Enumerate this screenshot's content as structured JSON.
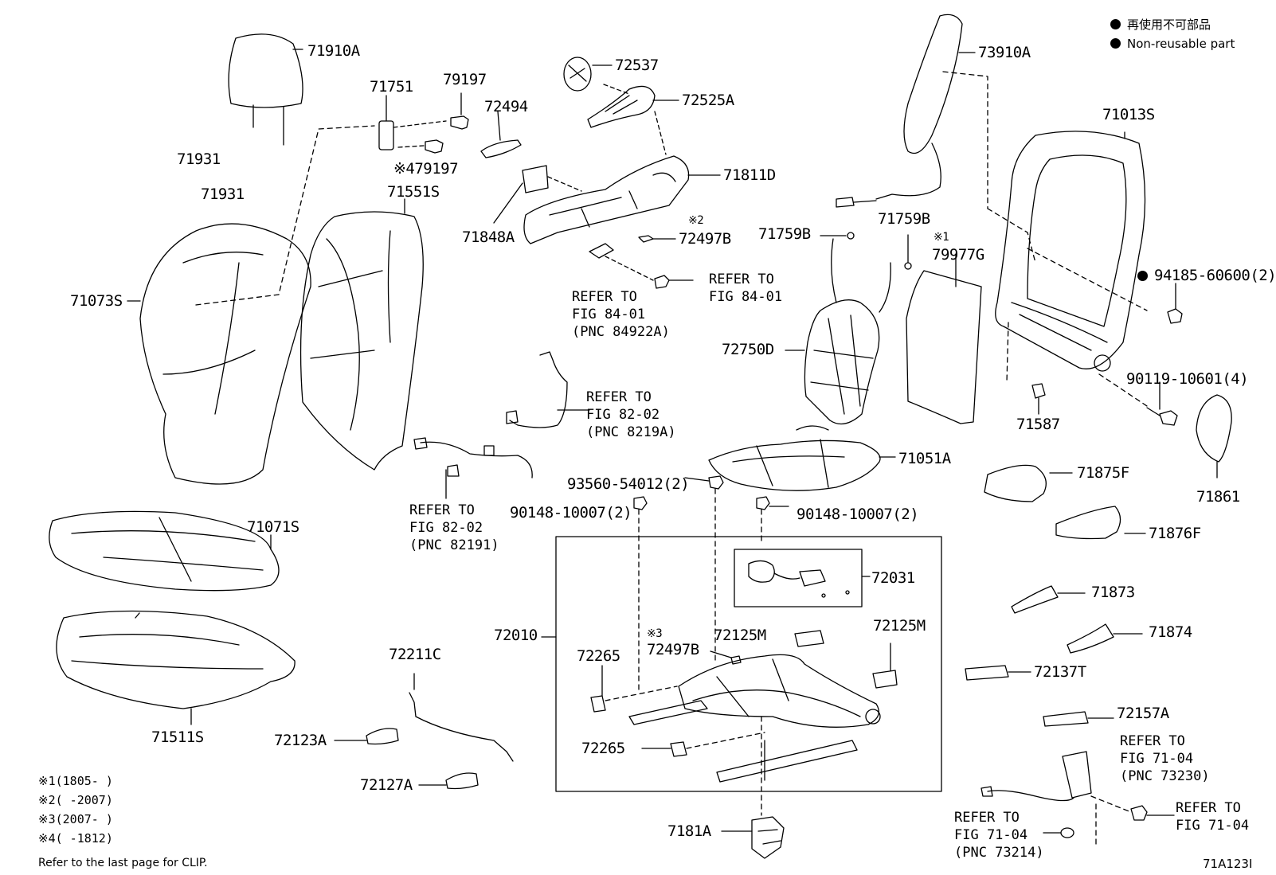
{
  "legend": {
    "non_reusable_jp": "再使用不可部品",
    "non_reusable_en": "Non-reusable part"
  },
  "parts": {
    "p71910A": "71910A",
    "p71751": "71751",
    "p79197": "79197",
    "p72494": "72494",
    "p72537": "72537",
    "p72525A": "72525A",
    "p73910A": "73910A",
    "p71013S": "71013S",
    "p71931a": "71931",
    "p71931b": "71931",
    "p479197": "※479197",
    "p71551S": "71551S",
    "p71811D": "71811D",
    "p71848A": "71848A",
    "p72497B_top_mark": "※2",
    "p72497B_top": "72497B",
    "p71759B_l": "71759B",
    "p71759B_r": "71759B",
    "p79977G_mark": "※1",
    "p79977G": "79977G",
    "p94185": "94185-60600(2)",
    "p71073S": "71073S",
    "p72750D": "72750D",
    "p90119": "90119-10601(4)",
    "p71587": "71587",
    "p71861": "71861",
    "p71051A": "71051A",
    "p71875F": "71875F",
    "p93560": "93560-54012(2)",
    "p90148_l": "90148-10007(2)",
    "p90148_r": "90148-10007(2)",
    "p71071S": "71071S",
    "p71876F": "71876F",
    "p72031": "72031",
    "p71873": "71873",
    "p72010": "72010",
    "p72497B_mid_mark": "※3",
    "p72497B_mid": "72497B",
    "p72125M_a": "72125M",
    "p72125M_b": "72125M",
    "p71874": "71874",
    "p72211C": "72211C",
    "p72265_a": "72265",
    "p72137T": "72137T",
    "p71511S": "71511S",
    "p72157A": "72157A",
    "p72123A": "72123A",
    "p72265_b": "72265",
    "p72127A": "72127A",
    "p7181A": "7181A"
  },
  "refs": {
    "r84922A": [
      "REFER TO",
      "FIG 84-01",
      "(PNC 84922A)"
    ],
    "r84_01": [
      "REFER TO",
      "FIG 84-01"
    ],
    "r8219A": [
      "REFER TO",
      "FIG 82-02",
      "(PNC 8219A)"
    ],
    "r82191": [
      "REFER TO",
      "FIG 82-02",
      "(PNC 82191)"
    ],
    "r73230": [
      "REFER TO",
      "FIG 71-04",
      "(PNC 73230)"
    ],
    "r71_04": [
      "REFER TO",
      "FIG 71-04"
    ],
    "r73214": [
      "REFER TO",
      "FIG 71-04",
      "(PNC 73214)"
    ]
  },
  "date_notes": [
    "※1(1805-    )",
    "※2(    -2007)",
    "※3(2007-    )",
    "※4(    -1812)"
  ],
  "footer_note": "Refer to the last page for CLIP.",
  "figure_code": "71A123I"
}
